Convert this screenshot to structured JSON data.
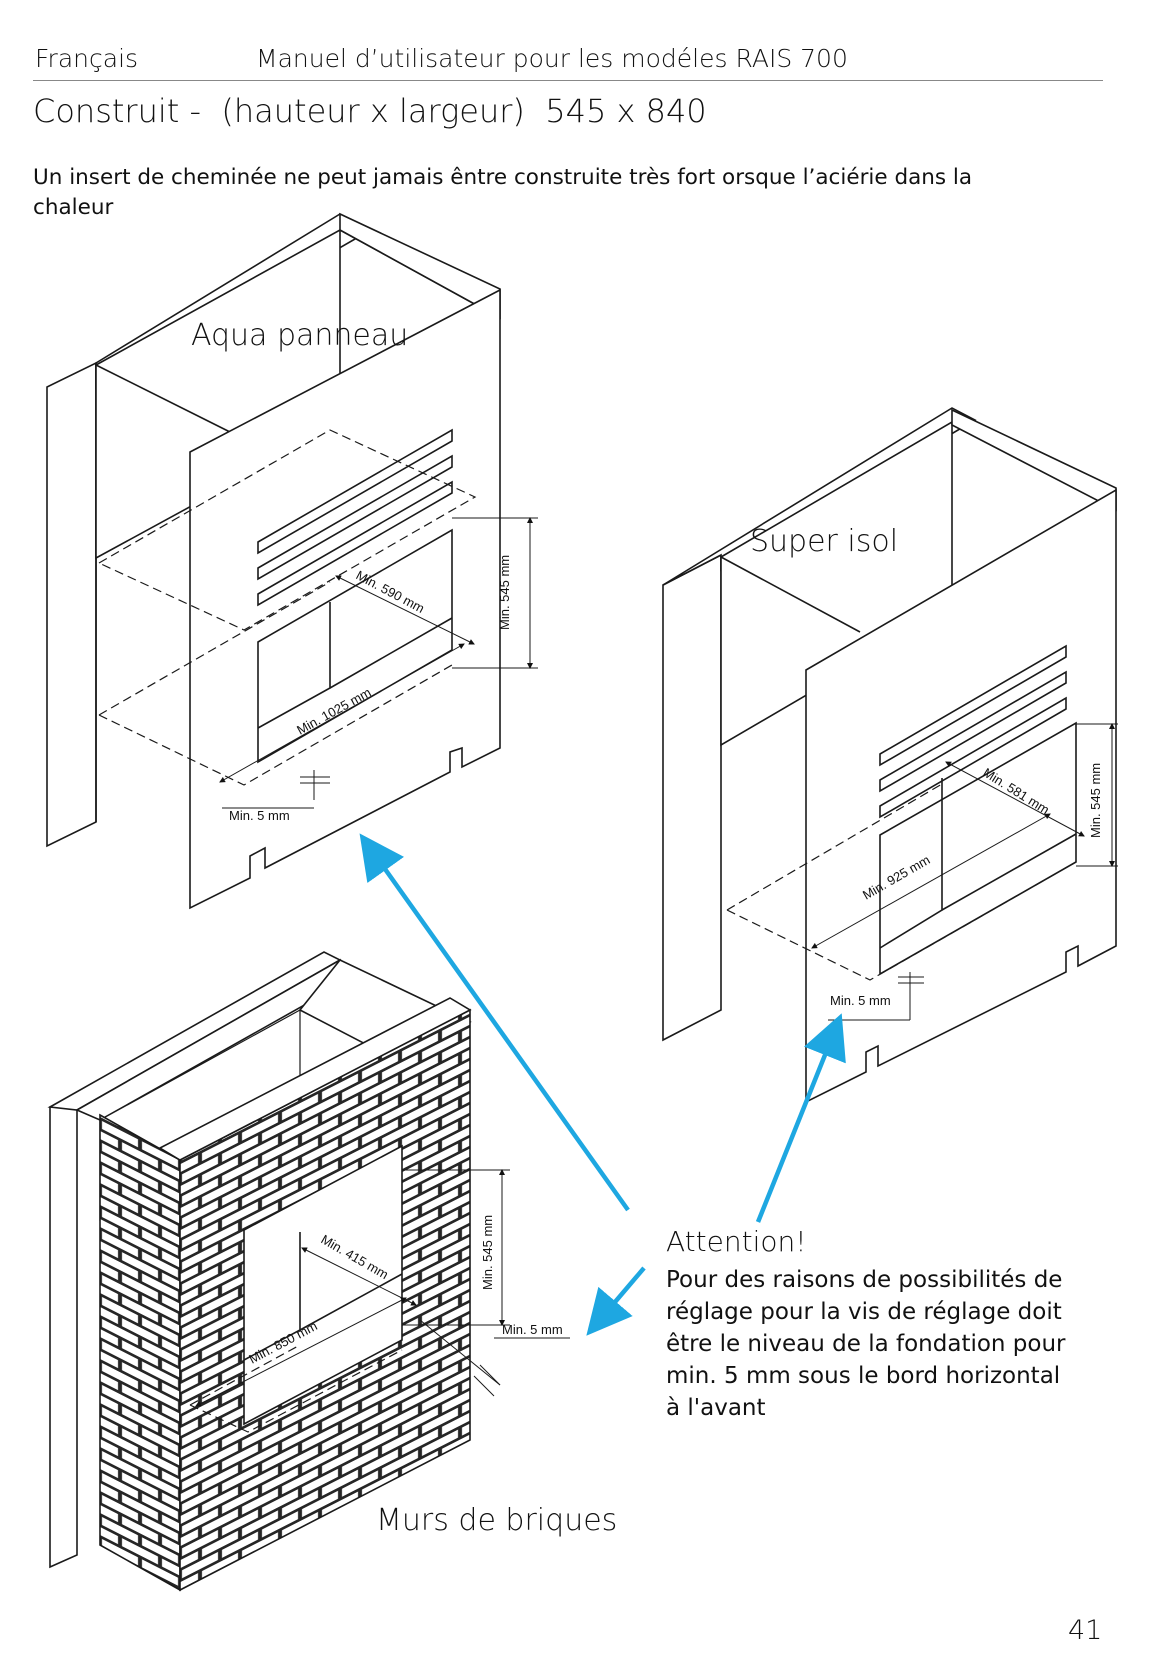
{
  "header": {
    "language": "Français",
    "title": "Manuel d’utilisateur pour les modéles RAIS 700"
  },
  "section": {
    "title": "Construit -  (hauteur x largeur)  545 x 840"
  },
  "intro": "Un insert de cheminée ne peut jamais êntre construite très fort orsque l’aciérie dans la chaleur",
  "figures": {
    "aqua": {
      "label": "Aqua panneau",
      "dim_height": "Min. 545 mm",
      "dim_depth": "Min. 590 mm",
      "dim_width": "Min. 1025 mm",
      "dim_gap": "Min. 5 mm"
    },
    "super": {
      "label": "Super isol",
      "dim_height": "Min. 545 mm",
      "dim_depth": "Min. 581 mm",
      "dim_width": "Min. 925 mm",
      "dim_gap": "Min. 5 mm"
    },
    "brick": {
      "label": "Murs de briques",
      "dim_height": "Min. 545 mm",
      "dim_depth": "Min. 415 mm",
      "dim_width": "Min. 850 mm",
      "dim_gap": "Min. 5 mm"
    }
  },
  "attention": {
    "title": "Attention!",
    "lines": [
      "Pour des raisons de possibilités de",
      "réglage pour la vis de réglage doit",
      "être le niveau de la fondation pour",
      "min. 5 mm sous le bord horizontal",
      "à l'avant"
    ]
  },
  "colors": {
    "arrow": "#1ea7e1",
    "line": "#1a1a1a",
    "brick_fill": "#2a2a2a"
  },
  "page_number": "41"
}
